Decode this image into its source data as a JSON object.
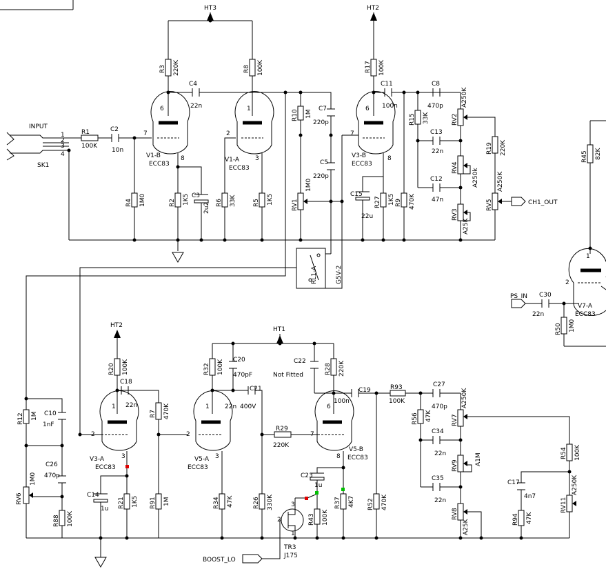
{
  "labels": {
    "ht3": "HT3",
    "ht2": "HT2",
    "ht2b": "HT2",
    "ht1": "HT1",
    "input": "INPUT",
    "sk1": "SK1",
    "ch1_out": "CH1_OUT",
    "ps_in": "PS_IN",
    "boost_lo": "BOOST_LO",
    "pin1": "1",
    "pin2": "2",
    "pin3": "3",
    "pin4": "4"
  },
  "tubes": {
    "v1b": [
      "V1-B",
      "ECC83"
    ],
    "v1a": [
      "V1-A",
      "ECC83"
    ],
    "v3b": [
      "V3-B",
      "ECC83"
    ],
    "v3a": [
      "V3-A",
      "ECC83"
    ],
    "v5a": [
      "V5-A",
      "ECC83"
    ],
    "v5b": [
      "V5-B",
      "ECC83"
    ],
    "v7a": [
      "V7-A",
      "ECC83"
    ]
  },
  "resistors": {
    "r1": [
      "R1",
      "100K"
    ],
    "r2": [
      "R2",
      "1K5"
    ],
    "r3": [
      "R3",
      "220K"
    ],
    "r4": [
      "R4",
      "1M0"
    ],
    "r5": [
      "R5",
      "1K5"
    ],
    "r6": [
      "R6",
      "33K"
    ],
    "r8": [
      "R8",
      "100K"
    ],
    "r9": [
      "R9",
      "470K"
    ],
    "r10": [
      "R10",
      "1M"
    ],
    "r15": [
      "R15",
      "33K"
    ],
    "r17": [
      "R17",
      "100K"
    ],
    "r19": [
      "R19",
      "220K"
    ],
    "r27": [
      "R27",
      "1K5"
    ],
    "r45": [
      "R45",
      "82K"
    ],
    "r50": [
      "R50",
      "1M0"
    ],
    "r7": [
      "R7",
      "470K"
    ],
    "r12": [
      "R12",
      "1M"
    ],
    "r20": [
      "R20",
      "100K"
    ],
    "r21": [
      "R21",
      "1K5"
    ],
    "r26": [
      "R26",
      "330K"
    ],
    "r28": [
      "R28",
      "220K"
    ],
    "r29": [
      "R29",
      "220K"
    ],
    "r32": [
      "R32",
      "100K"
    ],
    "r34": [
      "R34",
      "47K"
    ],
    "r37": [
      "R37",
      "4K7"
    ],
    "r43": [
      "R43",
      "100K"
    ],
    "r52": [
      "R52",
      "470K"
    ],
    "r54": [
      "R54",
      "100K"
    ],
    "r56": [
      "R56",
      "47K"
    ],
    "r88": [
      "R88",
      "100K"
    ],
    "r91": [
      "R91",
      "1M"
    ],
    "r93": [
      "R93",
      "100K"
    ],
    "r94": [
      "R94",
      "47K"
    ]
  },
  "capacitors": {
    "c2": [
      "C2",
      "10n"
    ],
    "c3": [
      "C3",
      "2u2"
    ],
    "c4": [
      "C4",
      "22n"
    ],
    "c5": [
      "C5",
      "220p"
    ],
    "c7": [
      "C7",
      "220p"
    ],
    "c8": [
      "C8",
      "470p"
    ],
    "c11": [
      "C11",
      "100n"
    ],
    "c12": [
      "C12",
      "47n"
    ],
    "c13": [
      "C13",
      "22n"
    ],
    "c15": [
      "C15",
      "22u"
    ],
    "c30": [
      "C30",
      "22n"
    ],
    "c10": [
      "C10",
      "1nF"
    ],
    "c14": [
      "C14",
      "1u"
    ],
    "c17": [
      "C17",
      "4n7"
    ],
    "c18": [
      "C18",
      "22n"
    ],
    "c19": [
      "C19",
      "100n"
    ],
    "c20": [
      "C20",
      "470pF"
    ],
    "c21": [
      "C21",
      "400V"
    ],
    "c21v": "22n",
    "c22": [
      "C22",
      "Not Fitted"
    ],
    "c23": [
      "C23",
      "1u"
    ],
    "c26": [
      "C26",
      "470p"
    ],
    "c27": [
      "C27",
      "470p"
    ],
    "c34": [
      "C34",
      "22n"
    ],
    "c35": [
      "C35",
      "22n"
    ]
  },
  "pots": {
    "rv1": [
      "RV1",
      "1M0"
    ],
    "rv2": [
      "RV2",
      "A250K"
    ],
    "rv3": [
      "RV3",
      "A25K"
    ],
    "rv4": [
      "RV4",
      "A250k"
    ],
    "rv5": [
      "RV5",
      "A250K"
    ],
    "rv6": [
      "RV6",
      "1M0"
    ],
    "rv7": [
      "RV7",
      "A250K"
    ],
    "rv8": [
      "RV8",
      "A25K"
    ],
    "rv9": [
      "RV9",
      "A1M"
    ],
    "rv11": [
      "RV11",
      "A250K"
    ]
  },
  "misc": {
    "rl1": "RL1-A",
    "rl1v": "G5V-2",
    "tr3": "TR3",
    "tr3v": "J175"
  }
}
